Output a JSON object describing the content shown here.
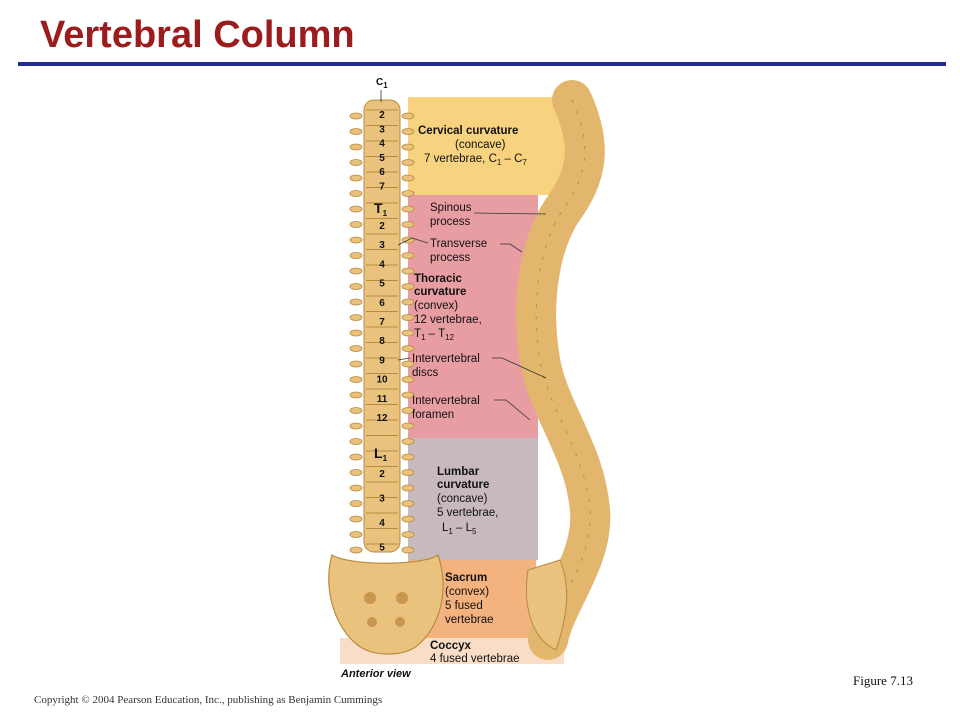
{
  "slide": {
    "title": "Vertebral Column",
    "figure_number": "Figure 7.13",
    "copyright": "Copyright © 2004 Pearson Education, Inc., publishing as Benjamin Cummings",
    "view_caption": "Anterior view"
  },
  "colors": {
    "title": "#9b1c1c",
    "rule": "#1f2a8c",
    "cervical": "#f7d27f",
    "thoracic": "#e89da3",
    "lumbar": "#c7b9bc",
    "sacrum": "#f4b27f",
    "coccyx": "#f9ddc6",
    "bone": "#e9c27e"
  },
  "diagram": {
    "top_label": "C",
    "top_label_sub": "1",
    "cervical_numbers": [
      "2",
      "3",
      "4",
      "5",
      "6",
      "7"
    ],
    "thoracic_start": "T",
    "thoracic_start_sub": "1",
    "thoracic_numbers": [
      "2",
      "3",
      "4",
      "5",
      "6",
      "7",
      "8",
      "9",
      "10",
      "11",
      "12"
    ],
    "lumbar_start": "L",
    "lumbar_start_sub": "1",
    "lumbar_numbers": [
      "2",
      "3",
      "4",
      "5"
    ],
    "cervical": {
      "title": "Cervical curvature",
      "line1": "(concave)",
      "line2_pre": "7 vertebrae, C",
      "sub1": "1",
      "mid": " – C",
      "sub2": "7"
    },
    "spinous": [
      "Spinous",
      "process"
    ],
    "transverse": [
      "Transverse",
      "process"
    ],
    "thoracic": {
      "title1": "Thoracic",
      "title2": "curvature",
      "line1": "(convex)",
      "line2": "12 vertebrae,",
      "line3_pre": "T",
      "sub1": "1",
      "mid": " – T",
      "sub2": "12"
    },
    "discs": [
      "Intervertebral",
      "discs"
    ],
    "foramen": [
      "Intervertebral",
      "foramen"
    ],
    "lumbar": {
      "title1": "Lumbar",
      "title2": "curvature",
      "line1": "(concave)",
      "line2": "5 vertebrae,",
      "line3_pre": "L",
      "sub1": "1",
      "mid": " – L",
      "sub2": "5"
    },
    "sacrum": [
      "Sacrum",
      "(convex)",
      "5 fused",
      "vertebrae"
    ],
    "coccyx": [
      "Coccyx",
      "4 fused vertebrae"
    ]
  }
}
